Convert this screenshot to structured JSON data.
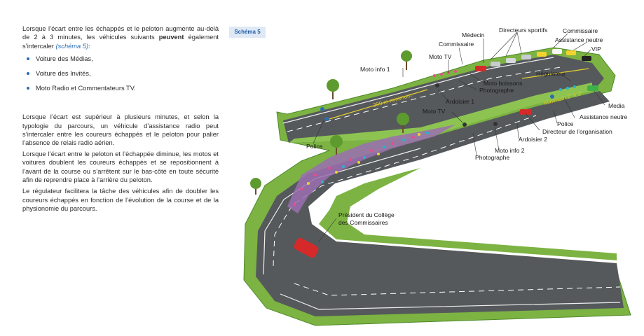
{
  "text": {
    "p1_before": "Lorsque l’écart entre les échappés et le peloton augmente au-delà de 2 à 3 minutes, les véhicules suivants ",
    "p1_bold": "peuvent",
    "p1_after": " également s’intercaler ",
    "p1_ref": "(schéma 5)",
    "p1_end": ":",
    "bullets": [
      "Voiture des Médias,",
      "Voiture des Invités,",
      "Moto Radio et Commentateurs TV."
    ],
    "p2": "Lorsque l’écart est supérieur à plusieurs minutes, et selon la typologie du parcours, un véhicule d’assistance radio peut s’intercaler entre les coureurs échappés et le peloton pour palier l’absence de relais radio aérien.",
    "p3": "Lorsque l’écart entre le peloton et l’échappée diminue, les motos et voitures doublent les coureurs échappés et se repositionnent à l’avant de la course ou s’arrêtent sur le bas-côté en toute sécurité afin de reprendre place à l’arrière du peloton.",
    "p4": "Le régulateur facilitera la tâche des véhicules afin de doubler les coureurs échappés en fonction de l’évolution de la course et de la physionomie du parcours."
  },
  "figure": {
    "badge": "Schéma 5",
    "road_text_1": "200 m minimum",
    "road_text_2": "Minimum 2' à 3'",
    "labels": {
      "directeurs": "Directeurs sportifs",
      "commissaire_top": "Commissaire",
      "medecin": "Médecin",
      "assistance_top": "Assistance neutre",
      "commissaire_left": "Commissaire",
      "vip": "VIP",
      "moto_tv_1": "Moto TV",
      "moto_info_1": "Moto info 1",
      "regulateur": "Régulateur",
      "moto_boissons": "Moto boissons",
      "photographe_1": "Photographe",
      "ardoisier_1": "Ardoisier 1",
      "media": "Media",
      "moto_tv_2": "Moto TV",
      "assistance_right": "Assistance neutre",
      "police_right": "Police",
      "directeur_org": "Directeur de l’organisation",
      "ardoisier_2": "Ardoisier 2",
      "moto_info_2": "Moto info 2",
      "photographe_2": "Photographe",
      "police_left": "Police",
      "president_1": "Président du Collège",
      "president_2": "des Commissaires"
    },
    "colors": {
      "road": "#55595c",
      "grass": "#7cb342",
      "grass_dark": "#4f8a2b",
      "accent_blue": "#2a6db5"
    }
  }
}
